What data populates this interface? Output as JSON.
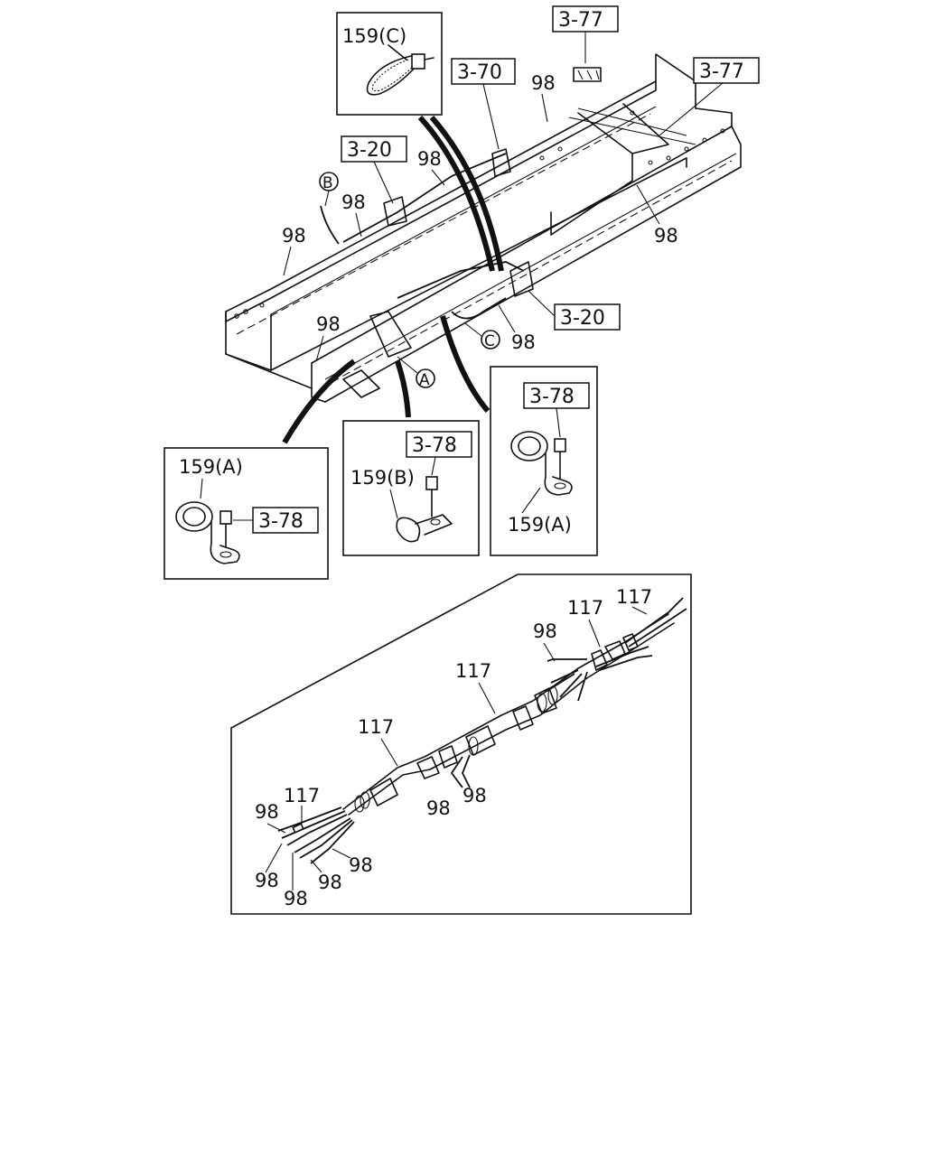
{
  "diagram": {
    "frame_refs": {
      "ref_3_77_top": "3-77",
      "ref_3_77_right": "3-77",
      "ref_3_70": "3-70",
      "ref_3_20_left": "3-20",
      "ref_3_20_right": "3-20",
      "ref_3_78_a_detail": "3-78",
      "ref_3_78_b_detail": "3-78",
      "ref_3_78_c_detail": "3-78"
    },
    "frame_labels": {
      "p98_top": "98",
      "p98_mid": "98",
      "p98_b": "98",
      "p98_left": "98",
      "p98_right": "98",
      "p98_front": "98",
      "p98_c": "98"
    },
    "view_markers": {
      "a": "A",
      "b": "B",
      "c": "C"
    },
    "details": {
      "clip_c": "159(C)",
      "clamp_a_left": "159(A)",
      "clamp_b": "159(B)",
      "clamp_a_right": "159(A)"
    },
    "harness_labels": {
      "h117_top_left": "117",
      "h117_top_right": "117",
      "h98_top": "98",
      "h117_upper_mid": "117",
      "h117_mid": "117",
      "h98_mid_a": "98",
      "h98_mid_b": "98",
      "h117_left": "117",
      "h98_left": "98",
      "h98_end_a": "98",
      "h98_end_b": "98",
      "h98_end_c": "98",
      "h98_end_d": "98"
    }
  }
}
